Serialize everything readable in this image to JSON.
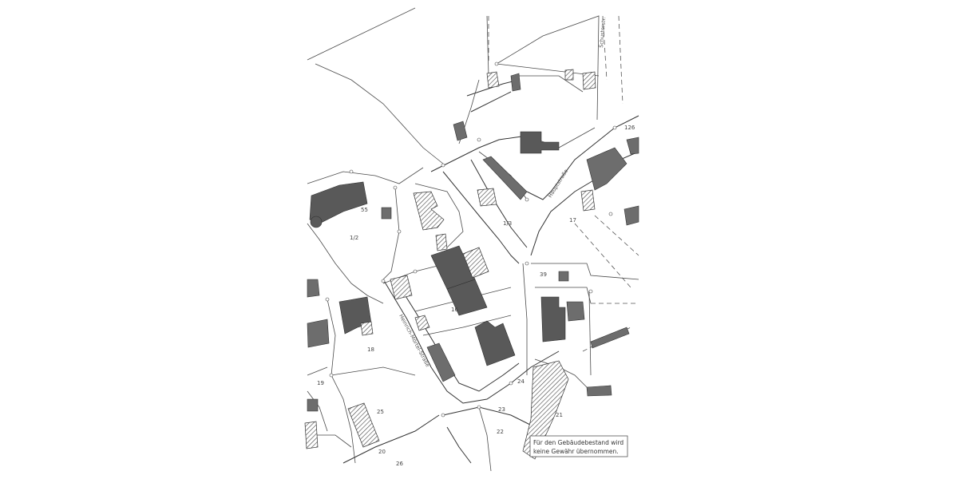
{
  "map": {
    "streets": {
      "haupt": "Heinrich-Mörtel-Straße",
      "north": "Schusterstr.",
      "east": "Hauptstraße"
    },
    "parcel_labels": [
      "1/2",
      "1/3",
      "18",
      "16",
      "25",
      "39",
      "24",
      "23",
      "22",
      "21",
      "20",
      "26",
      "19",
      "17",
      "55",
      "126"
    ],
    "legend_note": {
      "line1": "Für den Gebäudebestand wird",
      "line2": "keine Gewähr übernommen."
    }
  }
}
